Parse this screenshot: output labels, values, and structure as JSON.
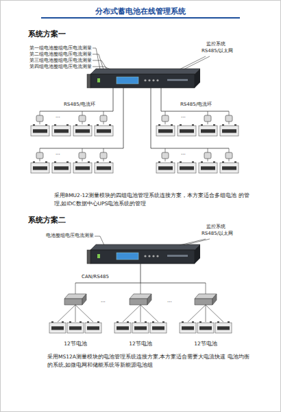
{
  "diagram": {
    "title": "分布式蓄电池在线管理系统",
    "nodes": [
      {
        "text": [
          "12节电池"
        ]
      },
      {
        "text": [
          "12节电池"
        ]
      },
      {
        "text": [
          "12节电池"
        ]
      }
    ],
    "labels": [
      "系统方案一",
      "第一组电池整组电压电流测量",
      "第二组电池整组电压电流测量",
      "第三组电池整组电压电流测量",
      "第四组电池整组电压电流测量",
      "监控系统",
      "RS485/以太网",
      "RS485/电流环",
      "RS485/电流环",
      "...",
      "...",
      "...",
      "...",
      "采用BMU2-12测量模块的四组电池管理系统连接方案，本方案适合多组电池 的管理,如IDC数据中心UPS电池系统的管理",
      "系统方案二",
      "电池整组电压电流测量",
      "监控系统",
      "RS485/以太网",
      "CAN/RS485",
      "...",
      "...",
      "采用MS12A测量模块的电池管理系统连接方案,本方案适合需要大电流快速 电池均衡的系统,如微电网和储能系统等新能源电池组"
    ]
  }
}
